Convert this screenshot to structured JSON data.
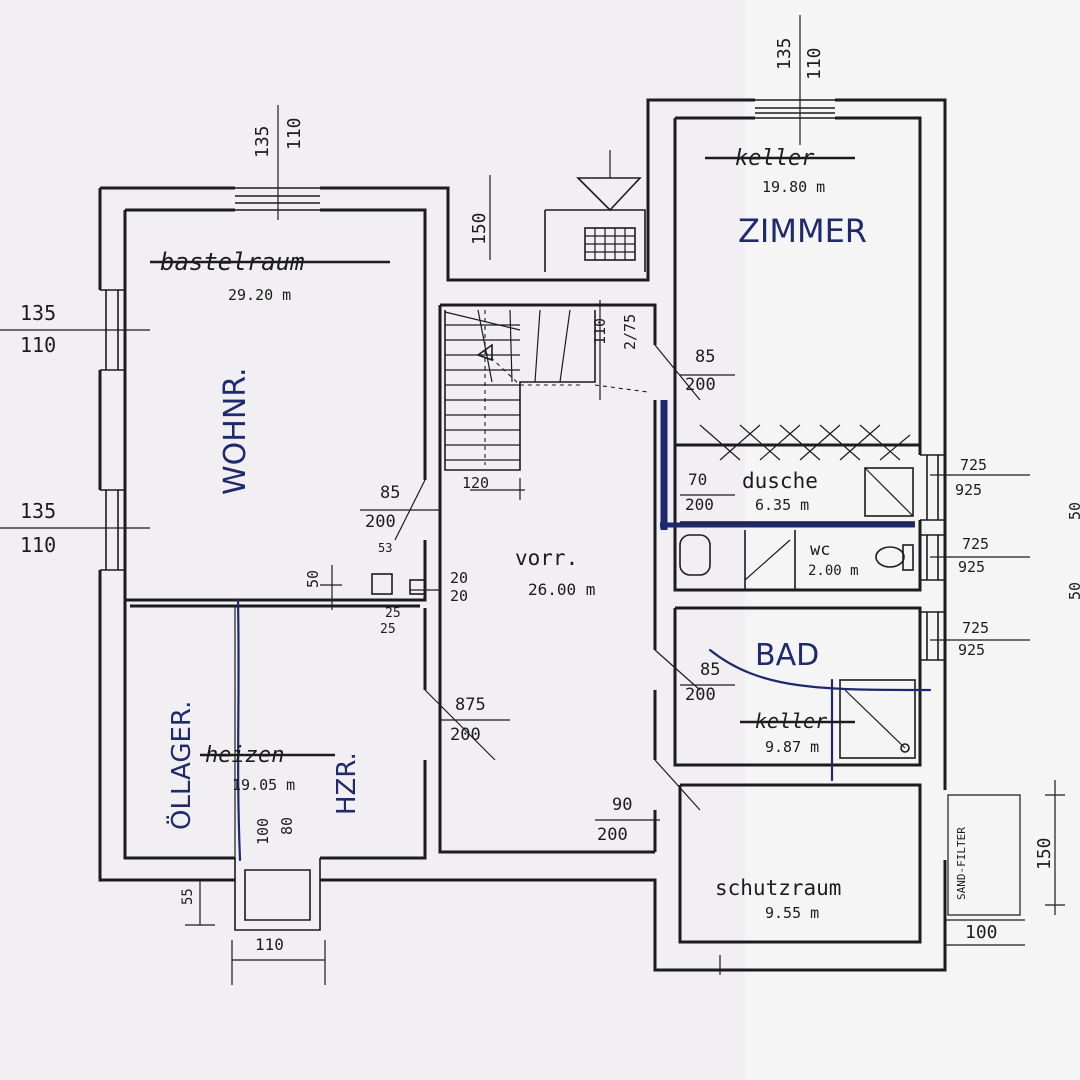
{
  "rooms": {
    "bastelraum_struck": "bastelraum",
    "wohnr": "WOHNR.",
    "wohnr_area": "29.20 m",
    "keller_top_struck": "keller",
    "zimmer_area": "19.80 m",
    "zimmer": "ZIMMER",
    "vorr": "vorr.",
    "vorr_area": "26.00 m",
    "dusche": "dusche",
    "dusche_area": "6.35 m",
    "wc": "wc",
    "wc_area": "2.00 m",
    "bad": "BAD",
    "keller_bad_struck": "keller",
    "bad_area": "9.87 m",
    "heizen_struck": "heizen",
    "heizen_area": "19.05 m",
    "oellager": "ÖLLAGER.",
    "hzr": "HZR.",
    "schutzraum": "schutzraum",
    "schutzraum_area": "9.55 m",
    "sand_filter": "SAND-FILTER"
  },
  "dimensions": {
    "top_left_135": "135",
    "top_left_110": "110",
    "top_right_135": "135",
    "top_right_110": "110",
    "left_upper_135": "135",
    "left_upper_110": "110",
    "left_lower_135": "135",
    "left_lower_110": "110",
    "d150_top": "150",
    "stair_110": "110",
    "stair_2175": "2/75",
    "door_85_a": "85",
    "door_200_a": "200",
    "door_85_b": "85",
    "door_200_b": "200",
    "d120": "120",
    "d53": "53",
    "d50": "50",
    "d20_a": "20",
    "d20_b": "20",
    "d25_a": "25",
    "d25_b": "25",
    "door_70": "70",
    "door_200_c": "200",
    "win_725_a": "725",
    "win_925_a": "925",
    "win_725_b": "725",
    "win_925_b": "925",
    "win_725_c": "725",
    "win_925_c": "925",
    "door_85_c": "85",
    "door_200_d": "200",
    "door_875": "875",
    "door_200_e": "200",
    "door_90": "90",
    "door_200_f": "200",
    "d100": "100",
    "d80": "80",
    "d55": "55",
    "d110_bottom": "110",
    "d150_right": "150",
    "d100_right": "100",
    "edge_50_a": "50",
    "edge_50_b": "50"
  },
  "colors": {
    "ink": "#1c1c1e",
    "pen_blue": "#1d2a6e",
    "paper": "#f1eff1"
  }
}
